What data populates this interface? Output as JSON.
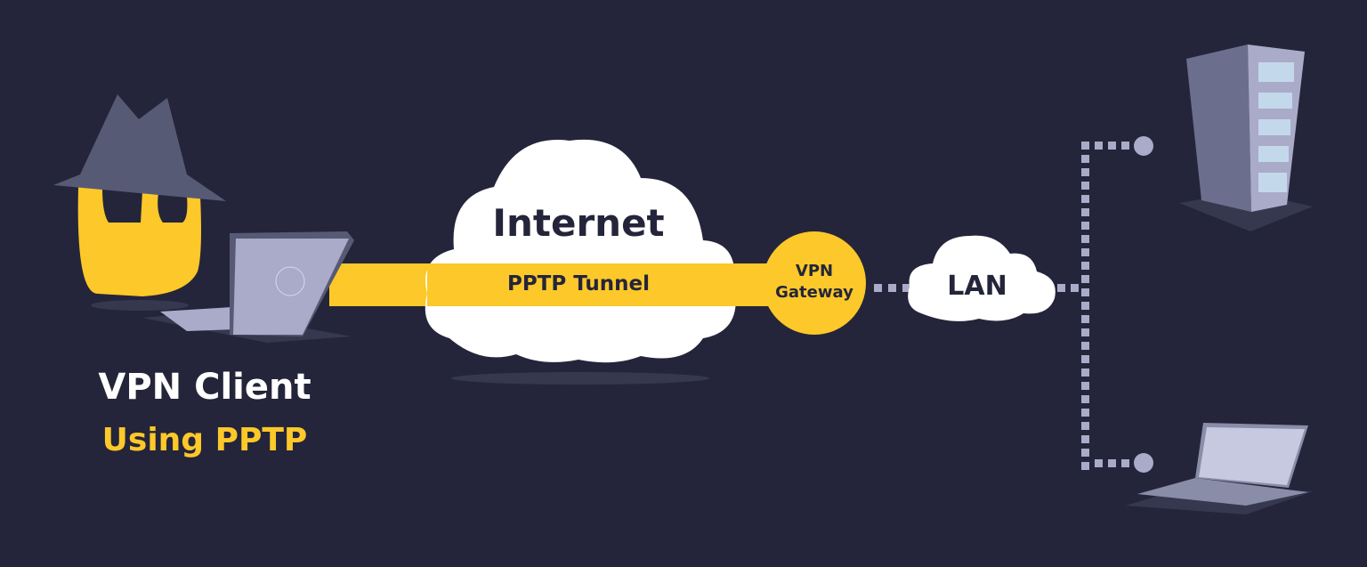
{
  "colors": {
    "background": "#24253a",
    "accent_yellow": "#fcc82a",
    "cloud_white": "#ffffff",
    "device_gray": "#a9abc8",
    "hat_gray": "#575a75",
    "dark_text": "#24253a"
  },
  "nodes": {
    "client": {
      "title": "VPN Client",
      "subtitle": "Using PPTP",
      "icon": "spy-user-laptop-icon"
    },
    "internet": {
      "label": "Internet",
      "icon": "cloud-icon"
    },
    "tunnel": {
      "label": "PPTP Tunnel"
    },
    "gateway": {
      "line1": "VPN",
      "line2": "Gateway"
    },
    "lan": {
      "label": "LAN",
      "icon": "cloud-icon"
    },
    "server": {
      "icon": "server-icon"
    },
    "laptop": {
      "icon": "laptop-icon"
    }
  },
  "edges": [
    {
      "from": "client",
      "to": "gateway",
      "style": "tunnel"
    },
    {
      "from": "gateway",
      "to": "lan",
      "style": "dotted"
    },
    {
      "from": "lan",
      "to": "server",
      "style": "dotted"
    },
    {
      "from": "lan",
      "to": "laptop",
      "style": "dotted"
    }
  ]
}
